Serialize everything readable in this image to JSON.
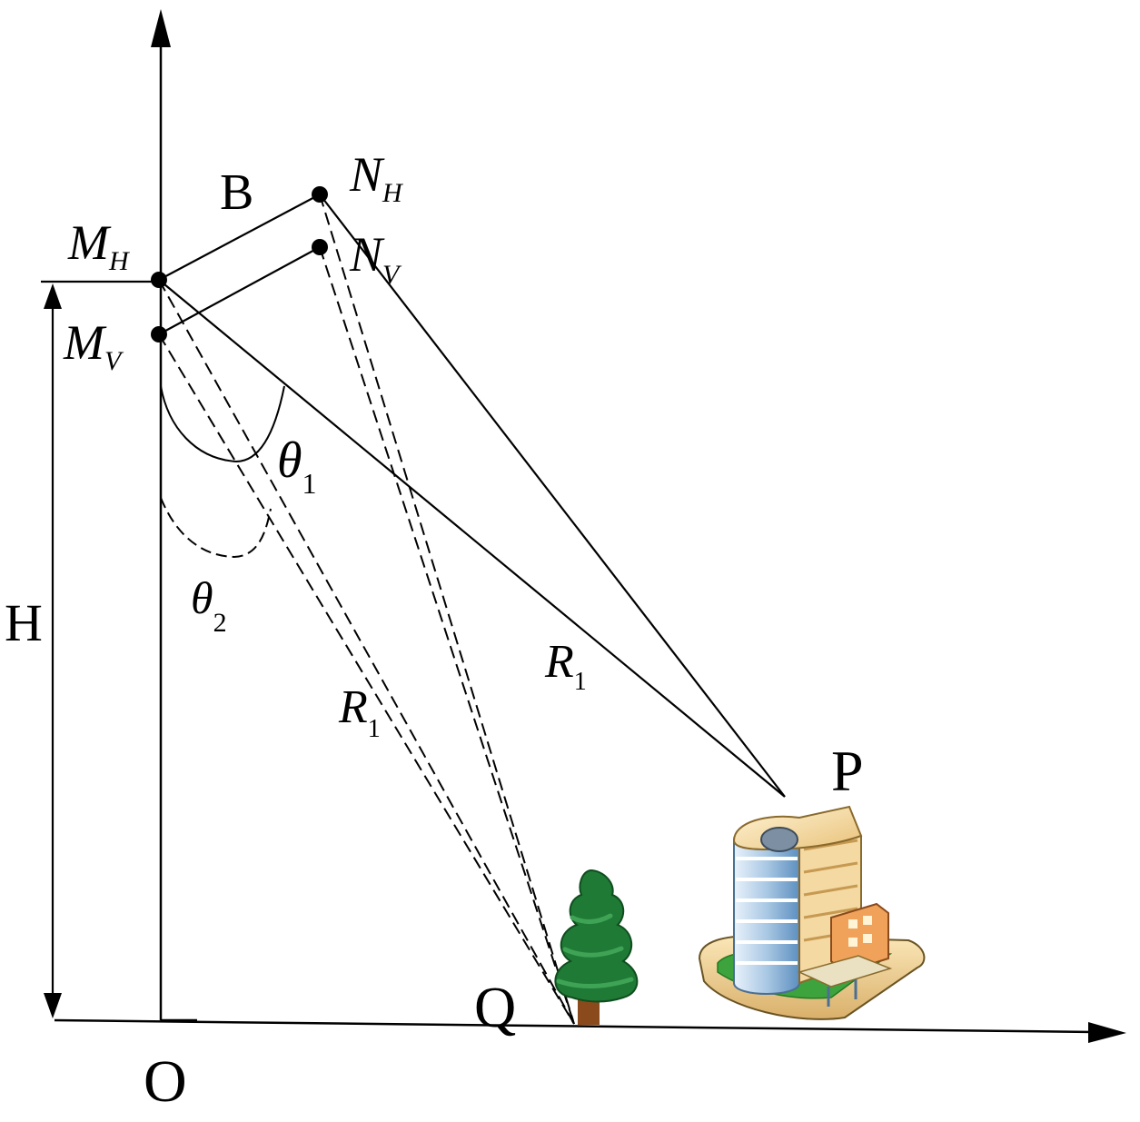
{
  "labels": {
    "origin": "O",
    "height": "H",
    "baseline": "B",
    "m_h_main": "M",
    "m_h_sub": "H",
    "m_v_main": "M",
    "m_v_sub": "V",
    "n_h_main": "N",
    "n_h_sub": "H",
    "n_v_main": "N",
    "n_v_sub": "V",
    "theta1_main": "θ",
    "theta1_sub": "1",
    "theta2_main": "θ",
    "theta2_sub": "2",
    "r_solid_main": "R",
    "r_solid_sub": "1",
    "r_dashed_main": "R",
    "r_dashed_sub": "1",
    "target_p": "P",
    "target_q": "Q"
  },
  "icons": {
    "tree": "tree-icon",
    "building": "building-icon"
  },
  "colors": {
    "line": "#000000",
    "tree_green": "#1f7a35",
    "tree_trunk": "#8a4a1c",
    "building_glass": "#a9c8e4",
    "building_roof": "#f2d79a"
  }
}
